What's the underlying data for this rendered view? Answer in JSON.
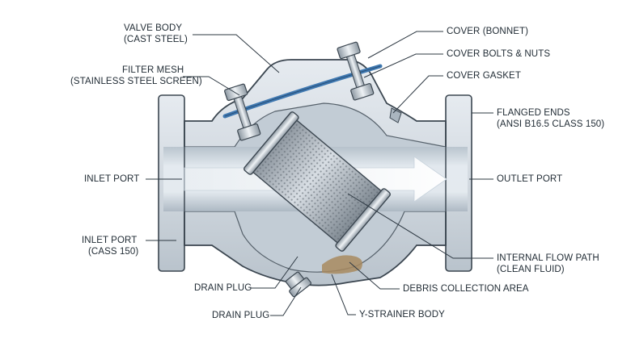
{
  "labels": {
    "valve_body": {
      "line1": "VALVE BODY",
      "line2": "(CAST STEEL)"
    },
    "filter_mesh": {
      "line1": "FILTER MESH",
      "line2": "(STAINLESS STEEL SCREEN)"
    },
    "inlet_port": {
      "line1": "INLET PORT"
    },
    "inlet_port_class": {
      "line1": "INLET PORT",
      "line2": "(CASS 150)"
    },
    "drain_plug_upper": {
      "line1": "DRAIN PLUG"
    },
    "drain_plug_lower": {
      "line1": "DRAIN PLUG"
    },
    "cover_bonnet": {
      "line1": "COVER (BONNET)"
    },
    "cover_bolts": {
      "line1": "COVER BOLTS & NUTS"
    },
    "cover_gasket": {
      "line1": "COVER GASKET"
    },
    "flanged_ends": {
      "line1": "FLANGED ENDS",
      "line2": "(ANSI B16.5 CLASS 150)"
    },
    "outlet_port": {
      "line1": "OUTLET PORT"
    },
    "internal_flow_path": {
      "line1": "INTERNAL FLOW PATH",
      "line2": "(CLEAN FLUID)"
    },
    "debris_area": {
      "line1": "DEBRIS COLLECTION AREA"
    },
    "strainer_body": {
      "line1": "Y-STRAINER BODY"
    }
  },
  "colors": {
    "body": "#d4dbe2",
    "body_dark": "#9aa6b1",
    "outline": "#3b4650",
    "gasket": "#3f78b0",
    "flow_arrow": "#eef3f8",
    "mesh": "#b8c0c8",
    "debris": "#a8895f"
  }
}
